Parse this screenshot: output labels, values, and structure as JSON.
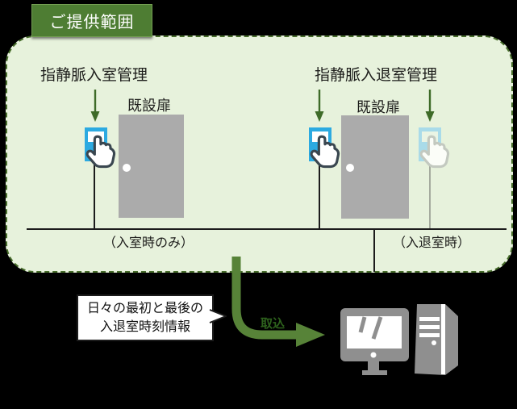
{
  "title_chip": {
    "label": "ご提供範囲"
  },
  "panel": {
    "entry_zone": {
      "system_label": "指静脈入室管理",
      "door_label": "既設扉",
      "timing_note": "（入室時のみ）"
    },
    "entry_exit_zone": {
      "system_label": "指静脈入退室管理",
      "door_label": "既設扉",
      "timing_note": "（入退室時）"
    }
  },
  "callout": {
    "line1": "日々の最初と最後の",
    "line2": "入退室時刻情報"
  },
  "import_flow": {
    "arrow_label": "取込"
  },
  "icons": {
    "down_arrow": "down-arrow-icon",
    "reader": "finger-vein-reader-icon",
    "hand": "hand-cursor-icon",
    "curved_arrow": "import-curved-arrow-icon",
    "computer": "desktop-computer-icon",
    "callout_pointer": "callout-pointer-icon"
  },
  "colors": {
    "background": "#000000",
    "panel_fill": "#e7f2dc",
    "panel_border": "#476d2b",
    "title_chip_green": "#4e7d33",
    "reader_blue": "#2caae1",
    "reader_blue_faded": "#a9dbe9",
    "door_gray": "#ababab",
    "flow_arrow_green": "#578338",
    "computer_gray": "#8f8f8f",
    "text_black": "#1d1d1b"
  }
}
